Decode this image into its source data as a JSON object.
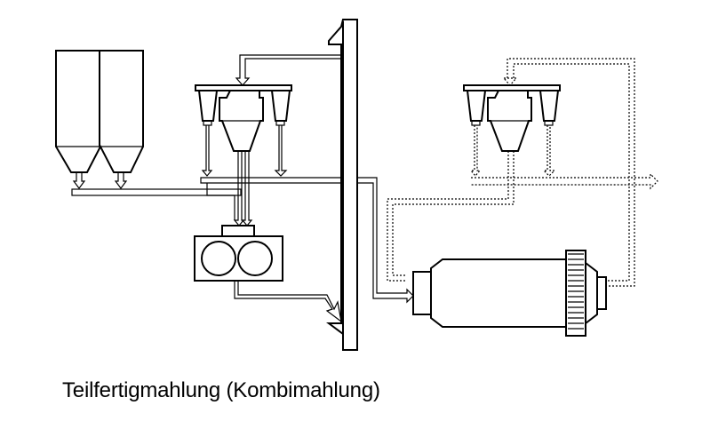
{
  "caption": "Teilfertigmahlung (Kombimahlung)",
  "colors": {
    "line": "#000000",
    "background": "#ffffff"
  },
  "components": [
    "feed-silos",
    "separator-group-left",
    "roller-press",
    "bucket-elevator",
    "separator-group-right",
    "ball-mill"
  ]
}
